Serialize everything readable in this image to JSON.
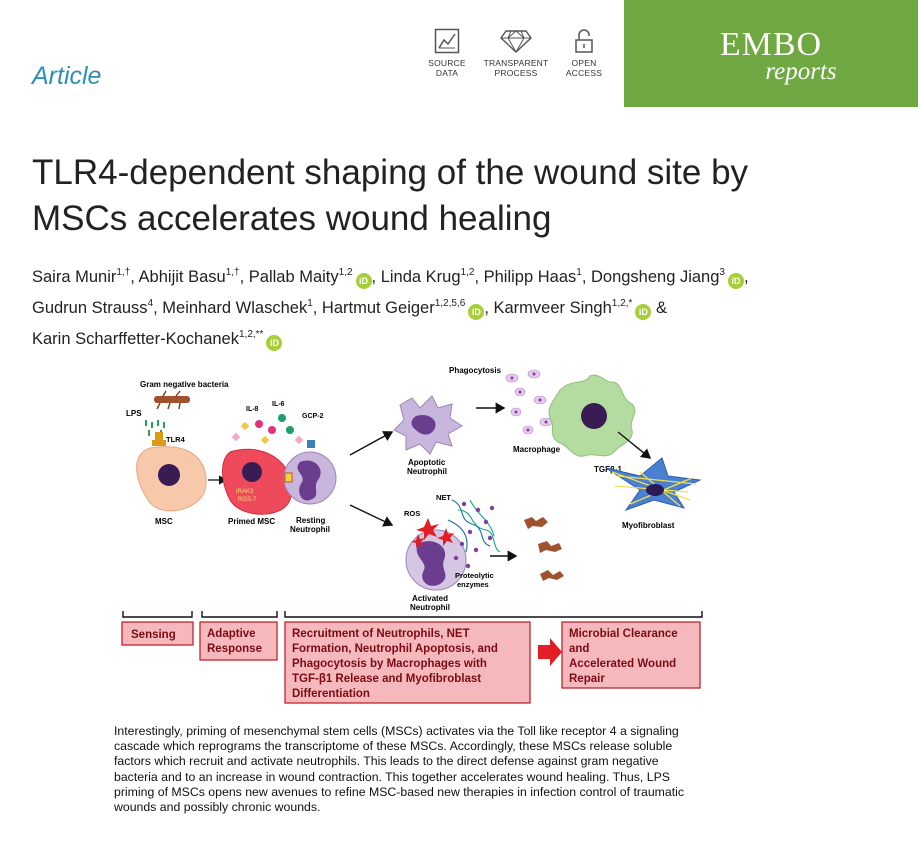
{
  "header": {
    "article_label": "Article",
    "badges": [
      {
        "line1": "SOURCE",
        "line2": "DATA",
        "icon": "source-data-icon"
      },
      {
        "line1": "TRANSPARENT",
        "line2": "PROCESS",
        "icon": "diamond-icon"
      },
      {
        "line1": "OPEN",
        "line2": "ACCESS",
        "icon": "open-lock-icon"
      }
    ],
    "journal": {
      "name": "EMBO",
      "subtitle": "reports",
      "color": "#6fa840"
    }
  },
  "title": {
    "line1": "TLR4-dependent shaping of the wound site by",
    "line2": "MSCs accelerates wound healing"
  },
  "authors": [
    {
      "name": "Saira Munir",
      "aff": "1,†",
      "orcid": false,
      "sep": ", "
    },
    {
      "name": "Abhijit Basu",
      "aff": "1,†",
      "orcid": false,
      "sep": ", "
    },
    {
      "name": "Pallab Maity",
      "aff": "1,2",
      "orcid": true,
      "sep": ", "
    },
    {
      "name": "Linda Krug",
      "aff": "1,2",
      "orcid": false,
      "sep": ", "
    },
    {
      "name": "Philipp Haas",
      "aff": "1",
      "orcid": false,
      "sep": ", "
    },
    {
      "name": "Dongsheng Jiang",
      "aff": "3",
      "orcid": true,
      "sep": ", "
    },
    {
      "name": "Gudrun Strauss",
      "aff": "4",
      "orcid": false,
      "sep": ", "
    },
    {
      "name": "Meinhard Wlaschek",
      "aff": "1",
      "orcid": false,
      "sep": ", "
    },
    {
      "name": "Hartmut Geiger",
      "aff": "1,2,5,6",
      "orcid": true,
      "sep": ", "
    },
    {
      "name": "Karmveer Singh",
      "aff": "1,2,*",
      "orcid": true,
      "sep": " & "
    },
    {
      "name": "Karin Scharffetter-Kochanek",
      "aff": "1,2,**",
      "orcid": true,
      "sep": ""
    }
  ],
  "orcid_label": "iD",
  "figure": {
    "labels": {
      "gram_negative": "Gram negative bacteria",
      "lps": "LPS",
      "tlr4": "TLR4",
      "il8": "IL-8",
      "il6": "IL-6",
      "gcp2": "GCP-2",
      "irak3": "IRAK3",
      "rgs7": "RGS-7",
      "msc": "MSC",
      "primed_msc": "Primed MSC",
      "resting1": "Resting",
      "resting2": "Neutrophil",
      "phagocytosis": "Phagocytosis",
      "apoptotic1": "Apoptotic",
      "apoptotic2": "Neutrophil",
      "macrophage": "Macrophage",
      "tgfb1": "TGFβ-1",
      "myofibroblast": "Myofibroblast",
      "net": "NET",
      "ros": "ROS",
      "proteolytic1": "Proteolytic",
      "proteolytic2": "enzymes",
      "activated1": "Activated",
      "activated2": "Neutrophil"
    },
    "stages": {
      "sensing": "Sensing",
      "adaptive1": "Adaptive",
      "adaptive2": "Response",
      "recruit1": "Recruitment of Neutrophils, NET",
      "recruit2": "Formation, Neutrophil Apoptosis, and",
      "recruit3": "Phagocytosis by Macrophages with",
      "recruit4": "TGF-β1 Release and Myofibroblast",
      "recruit5": "Differentiation",
      "outcome1": "Microbial Clearance",
      "outcome2": "and",
      "outcome3": "Accelerated Wound",
      "outcome4": "Repair"
    },
    "colors": {
      "stage_fill": "#f5b8bd",
      "stage_border": "#c0272d",
      "stage_text": "#7a0c12",
      "arrow_red": "#e31e24"
    }
  },
  "summary": "Interestingly, priming of mesenchymal stem cells (MSCs) activates via the Toll like receptor 4 a signaling cascade which reprograms the transcriptome of these MSCs. Accordingly, these MSCs release soluble factors which recruit and activate neutrophils. This leads to the direct defense against gram negative bacteria and to an increase in wound contraction. This together accelerates wound healing. Thus, LPS priming of MSCs opens new avenues to refine MSC-based new therapies in infection control of traumatic wounds and possibly chronic wounds."
}
